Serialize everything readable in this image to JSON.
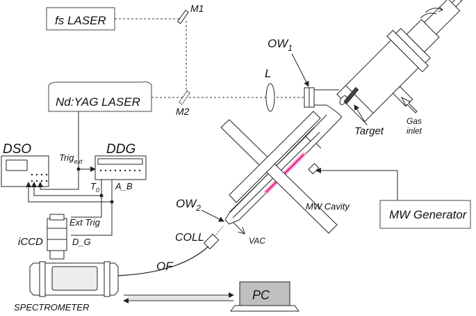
{
  "labels": {
    "fs_laser": "fs LASER",
    "m1": "M1",
    "m2": "M2",
    "ndyag_laser": "Nd:YAG LASER",
    "ow1_base": "OW",
    "ow1_sub": "1",
    "lens": "L",
    "target": "Target",
    "gas_line1": "Gas",
    "gas_line2": "inlet",
    "dso": "DSO",
    "ddg": "DDG",
    "trig_base": "Trig",
    "trig_sub": "ext",
    "t0_base": "T",
    "t0_sub": "0",
    "a_b": "A_B",
    "ext_trig": "Ext Trig",
    "icCD": "iCCD",
    "d_g": "D_G",
    "ow2_base": "OW",
    "ow2_sub": "2",
    "coll": "COLL",
    "vac": "VAC",
    "mw_cavity": "MW Cavity",
    "mw_generator": "MW Generator",
    "of": "OF",
    "pc": "PC",
    "spectrometer": "SPECTROMETER"
  },
  "colors": {
    "line": "#222222",
    "plasma": "#e0208a",
    "plasma_glow": "#f6a6cf",
    "pc_screen": "#bfbfbf",
    "screen_fill": "#ededed"
  }
}
